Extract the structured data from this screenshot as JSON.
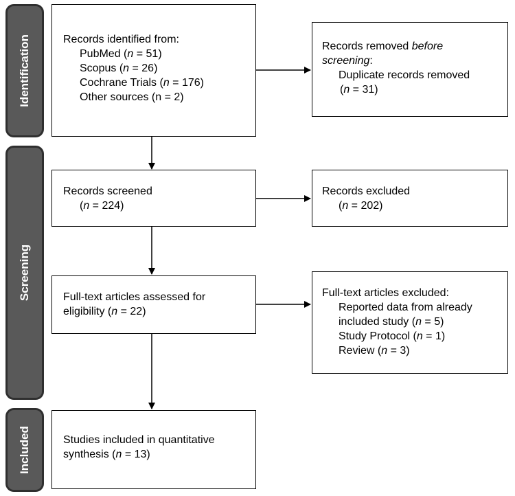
{
  "stages": {
    "identification": "Identification",
    "screening": "Screening",
    "included": "Included"
  },
  "boxes": {
    "identified": {
      "heading": "Records identified from:",
      "items": [
        {
          "name": "PubMed (",
          "n": "n",
          "value": " = 51)"
        },
        {
          "name": "Scopus (",
          "n": "n",
          "value": " = 26)"
        },
        {
          "name": "Cochrane Trials (",
          "n": "n",
          "value": " = 176)"
        },
        {
          "name": "Other sources (n = 2)"
        }
      ]
    },
    "removed": {
      "heading_a": "Records removed ",
      "heading_b": "before",
      "heading_c": "screening",
      "heading_d": ":",
      "line1": "Duplicate records removed",
      "line2_open": "(",
      "line2_n": "n",
      "line2_value": " = 31)"
    },
    "screened": {
      "heading": "Records screened",
      "open": "(",
      "n": "n",
      "value": " = 224)"
    },
    "excluded": {
      "heading": "Records excluded",
      "open": "(",
      "n": "n",
      "value": " = 202)"
    },
    "fulltext": {
      "line1": "Full-text articles assessed for",
      "line2_a": "eligibility (",
      "line2_n": "n",
      "line2_b": " = 22)"
    },
    "fulltext_excluded": {
      "heading": "Full-text articles excluded:",
      "item1_line1": "Reported data from already",
      "item1_line2_a": "included study (",
      "item1_line2_n": "n",
      "item1_line2_b": " = 5)",
      "item2_a": "Study Protocol (",
      "item2_n": "n",
      "item2_b": " = 1)",
      "item3_a": "Review (",
      "item3_n": "n",
      "item3_b": " = 3)"
    },
    "included": {
      "line1": "Studies included in quantitative",
      "line2_a": "synthesis (",
      "line2_n": "n",
      "line2_b": " = 13)"
    }
  },
  "colors": {
    "stage_fill": "#595959",
    "stage_border": "#2f2f2f",
    "stage_text": "#ffffff",
    "box_border": "#000000"
  }
}
